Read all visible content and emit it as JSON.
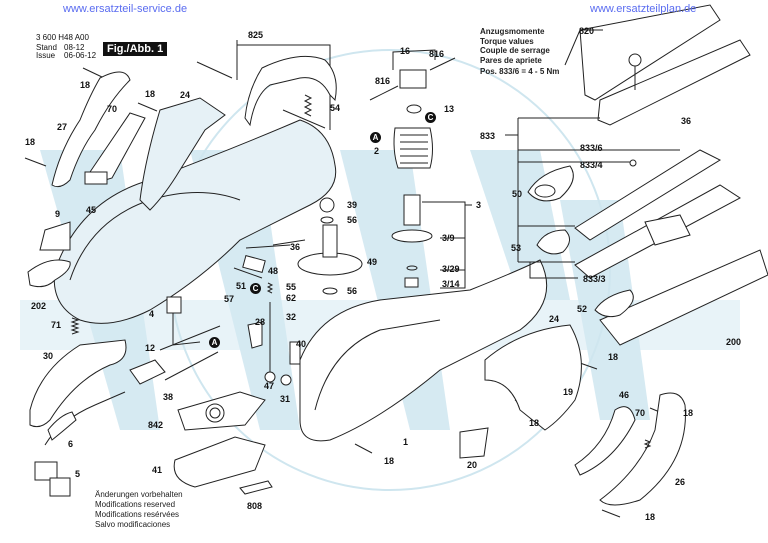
{
  "watermarks": {
    "left": "www.ersatzteil-service.de",
    "right": "www.ersatzteilplan.de"
  },
  "header": {
    "part_number": "3 600 H48 A00",
    "stand_label": "Stand",
    "stand_value": "08-12",
    "issue_label": "Issue",
    "issue_value": "06-06-12",
    "figure": "Fig./Abb. 1"
  },
  "torque": {
    "lines": [
      "Anzugsmomente",
      "Torque values",
      "Couple de serrage",
      "Pares de apriete"
    ],
    "spec": "Pos. 833/6 = 4 - 5 Nm"
  },
  "notes": [
    "Änderungen vorbehalten",
    "Modifications reserved",
    "Modifications resérvées",
    "Salvo modificaciones"
  ],
  "markers": {
    "A": "A",
    "C": "C"
  },
  "watermark_color": "#5a6cf0",
  "background_logo_color": "#d3e9f1",
  "labels": {
    "p825": "825",
    "p16": "16",
    "p816a": "816",
    "p816b": "816",
    "p13": "13",
    "p2": "2",
    "p3": "3",
    "p3_9": "3/9",
    "p3_29": "3/29",
    "p3_14": "3/14",
    "p833": "833",
    "p833_6": "833/6",
    "p833_4": "833/4",
    "p833_3": "833/3",
    "p820": "820",
    "p36a": "36",
    "p36b": "36",
    "p50": "50",
    "p53": "53",
    "p52": "52",
    "p200": "200",
    "p18a": "18",
    "p18b": "18",
    "p18c": "18",
    "p18d": "18",
    "p18e": "18",
    "p18f": "18",
    "p18g": "18",
    "p18h": "18",
    "p27": "27",
    "p70a": "70",
    "p70b": "70",
    "p45": "45",
    "p24a": "24",
    "p24b": "24",
    "p54": "54",
    "p9": "9",
    "p202": "202",
    "p71": "71",
    "p30": "30",
    "p6": "6",
    "p5": "5",
    "p12": "12",
    "p4": "4",
    "p57": "57",
    "p51": "51",
    "p48": "48",
    "p55": "55",
    "p62": "62",
    "p32": "32",
    "p28": "28",
    "p40": "40",
    "p47": "47",
    "p31": "31",
    "p39": "39",
    "p56a": "56",
    "p56b": "56",
    "p49": "49",
    "p38": "38",
    "p842": "842",
    "p41": "41",
    "p808": "808",
    "p1": "1",
    "p20": "20",
    "p19": "19",
    "p46": "46",
    "p26": "26"
  }
}
